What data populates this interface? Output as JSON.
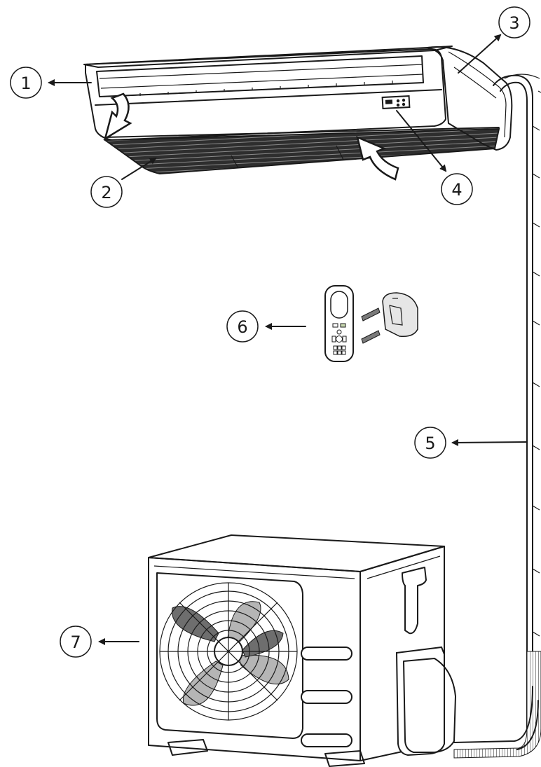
{
  "callouts": [
    {
      "label": "1",
      "part": "air-outlet-louver"
    },
    {
      "label": "2",
      "part": "air-inlet-grille"
    },
    {
      "label": "3",
      "part": "side-cover"
    },
    {
      "label": "4",
      "part": "display-panel"
    },
    {
      "label": "5",
      "part": "connecting-pipe-and-cable"
    },
    {
      "label": "6",
      "part": "remote-controller-and-holder"
    },
    {
      "label": "7",
      "part": "outdoor-unit"
    }
  ],
  "colors": {
    "line": "#1a1a1a",
    "grille": "#333333",
    "fan_blade": "#b5b5b5",
    "fan_blade_dark": "#6e6e6e"
  }
}
